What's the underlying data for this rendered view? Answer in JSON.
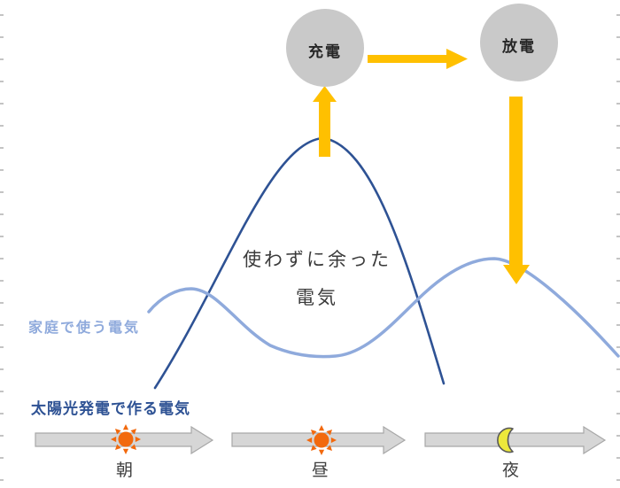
{
  "colors": {
    "gold": "#FFC000",
    "node_gray": "#C9C9C9",
    "solar_curve_blue": "#2E5294",
    "home_curve_blue": "#8FAADC",
    "timeline_arrow_fill": "#D6D6D6",
    "timeline_arrow_stroke": "#A8A8A8",
    "sun_orange": "#F2690D",
    "moon_yellow": "#EDE93B",
    "moon_outline": "#595959",
    "edge_guide_gray": "#C4C4C4",
    "annotation_text": "#3B3B3B"
  },
  "nodes": {
    "charge_label": "充電",
    "discharge_label": "放電"
  },
  "annotations": {
    "surplus_line1": "使わずに余った",
    "surplus_line2": "電気",
    "home_use_label": "家庭で使う電気",
    "solar_label": "太陽光発電で作る電気"
  },
  "timeline": {
    "morning": "朝",
    "noon": "昼",
    "night": "夜"
  }
}
